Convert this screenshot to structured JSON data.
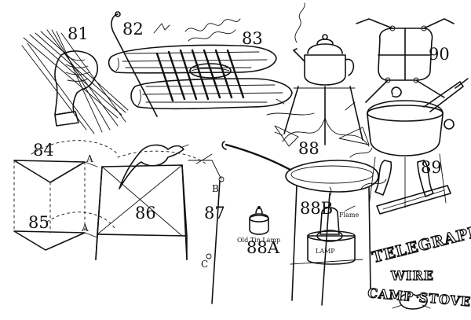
{
  "figure_labels": {
    "f81": "81",
    "f82": "82",
    "f83": "83",
    "f84": "84",
    "f85": "85",
    "f86": "86",
    "f87": "87",
    "f88": "88",
    "f88a": "88A",
    "f88b": "88B",
    "f89": "89",
    "f90": "90"
  },
  "point_labels": {
    "a1": "A",
    "a2": "A",
    "b": "B",
    "c": "C"
  },
  "annotations": {
    "flame": "Flame",
    "lamp": "LAMP",
    "old_tin_lamp": "Old Tin Lamp"
  },
  "title": {
    "line1": "TELEGRAPH",
    "line2": "WIRE",
    "line3": "CAMP STOVES"
  }
}
